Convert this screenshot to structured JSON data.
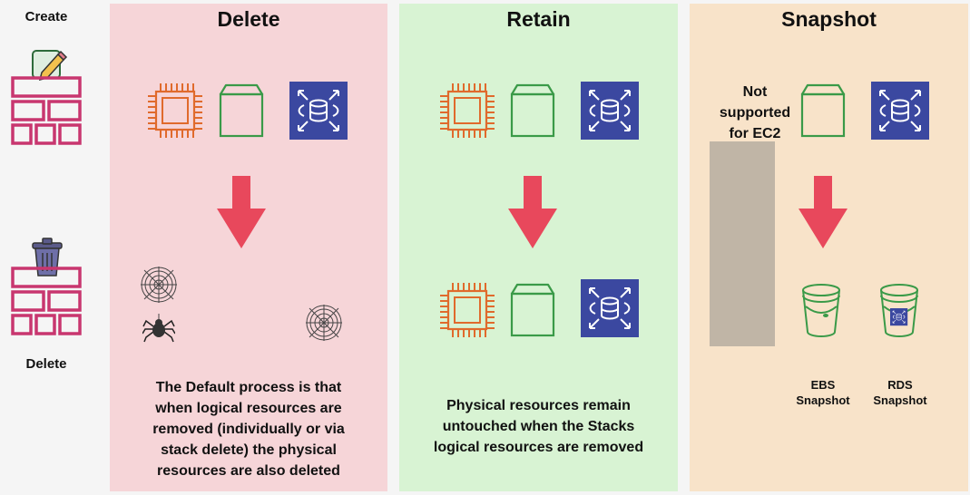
{
  "sidebar": {
    "create_label": "Create",
    "delete_label": "Delete"
  },
  "panels": {
    "delete": {
      "title": "Delete",
      "description_lines": [
        "The Default process is that",
        "when logical resources are",
        "removed (individually or via",
        "stack delete) the physical",
        "resources are also deleted"
      ]
    },
    "retain": {
      "title": "Retain",
      "description_lines": [
        "Physical resources remain",
        "untouched when the Stacks",
        "logical resources are removed"
      ]
    },
    "snapshot": {
      "title": "Snapshot",
      "not_supported_lines": [
        "Not",
        "supported",
        "for EC2"
      ],
      "ebs_lines": [
        "EBS",
        "Snapshot"
      ],
      "rds_lines": [
        "RDS",
        "Snapshot"
      ]
    }
  },
  "colors": {
    "delete_bg": "#f6d5d8",
    "retain_bg": "#d8f3d3",
    "snapshot_bg": "#f8e3c9",
    "arrow": "#e8485c",
    "ec2": "#e06a2c",
    "ebs": "#3a9a48",
    "rds": "#3b48a0",
    "stack": "#c8366f",
    "not_supported_bar": "#c0b5a6"
  },
  "icons": [
    "pencil-icon",
    "trash-icon",
    "ec2-chip-icon",
    "ebs-volume-icon",
    "rds-database-icon",
    "spiderweb-icon",
    "spider-icon",
    "bucket-icon",
    "down-arrow-icon"
  ]
}
